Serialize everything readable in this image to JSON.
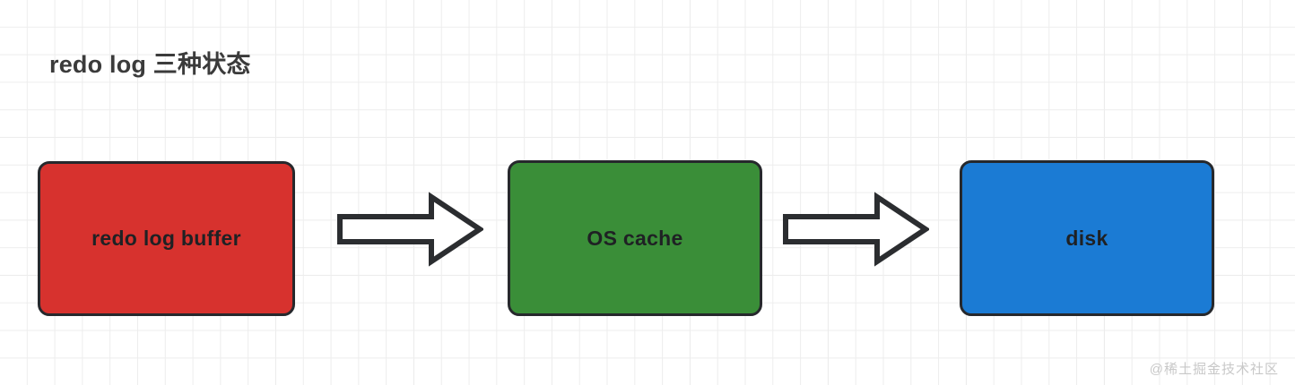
{
  "diagram": {
    "title": "redo log 三种状态",
    "background": "#ffffff",
    "grid_color": "#e8e8e8",
    "nodes": [
      {
        "id": "redo-log-buffer",
        "label": "redo log buffer",
        "fill": "#D7322E",
        "stroke": "#26282c",
        "text_color": "#1f2124"
      },
      {
        "id": "os-cache",
        "label": "OS cache",
        "fill": "#3A8E38",
        "stroke": "#26282c",
        "text_color": "#1f2124"
      },
      {
        "id": "disk",
        "label": "disk",
        "fill": "#1B7BD4",
        "stroke": "#26282c",
        "text_color": "#1f2124"
      }
    ],
    "arrows": [
      {
        "id": "buffer-to-cache",
        "from": "redo-log-buffer",
        "to": "os-cache",
        "style": "block-arrow-right",
        "fill": "#ffffff",
        "stroke": "#2b2d30"
      },
      {
        "id": "cache-to-disk",
        "from": "os-cache",
        "to": "disk",
        "style": "block-arrow-right",
        "fill": "#ffffff",
        "stroke": "#2b2d30"
      }
    ],
    "watermark": "@稀土掘金技术社区"
  }
}
